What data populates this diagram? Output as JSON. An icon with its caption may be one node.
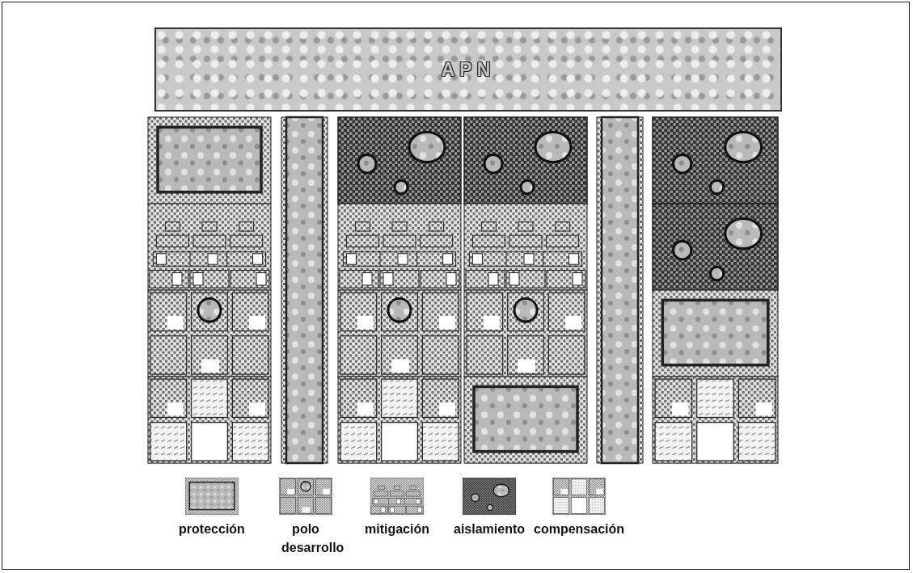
{
  "diagram": {
    "nodes": [
      {
        "text": [
          "APN"
        ]
      }
    ],
    "edges": [],
    "legend": [
      {
        "text": "protección"
      },
      {
        "text": "polo desarrollo"
      },
      {
        "text": "mitigación"
      },
      {
        "text": "aislamiento"
      },
      {
        "text": "compensación"
      }
    ]
  }
}
